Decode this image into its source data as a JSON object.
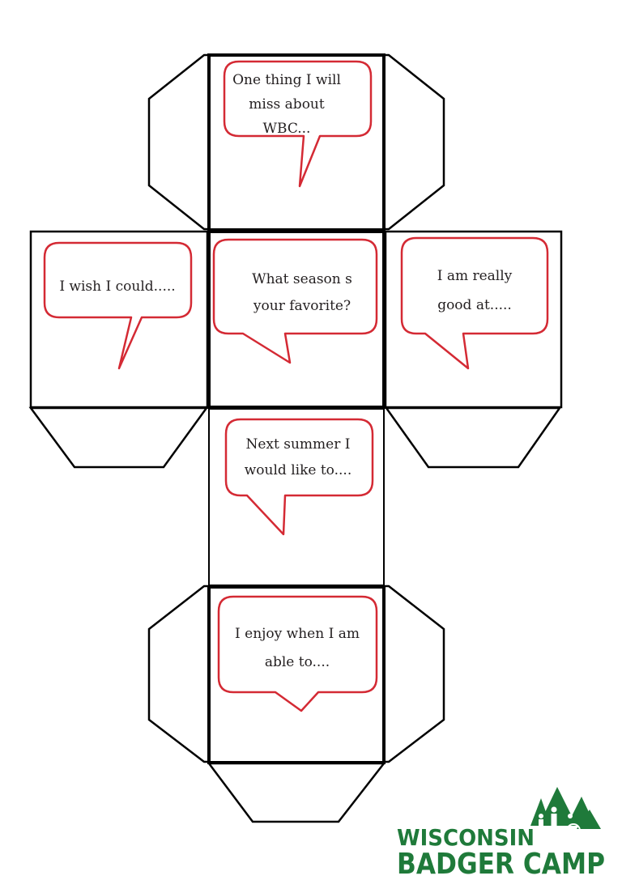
{
  "faces": {
    "top": {
      "lines": [
        "One thing I will",
        "miss about",
        "WBC..."
      ]
    },
    "left": {
      "lines": [
        "I wish I could....."
      ]
    },
    "center": {
      "lines": [
        "What season s",
        "your favorite?"
      ]
    },
    "right": {
      "lines": [
        "I am really",
        "good at....."
      ]
    },
    "lower": {
      "lines": [
        "Next summer I",
        "would like to...."
      ]
    },
    "bottom": {
      "lines": [
        "I enjoy when I am",
        "able to...."
      ]
    }
  },
  "logo": {
    "line1": "WISCONSIN",
    "line2": "BADGER CAMP",
    "icon": "trees-people-wheelchair-icon"
  },
  "colors": {
    "outline": "#000000",
    "bubble": "#d42a34",
    "text": "#231f20",
    "logo": "#1f7a3a"
  }
}
